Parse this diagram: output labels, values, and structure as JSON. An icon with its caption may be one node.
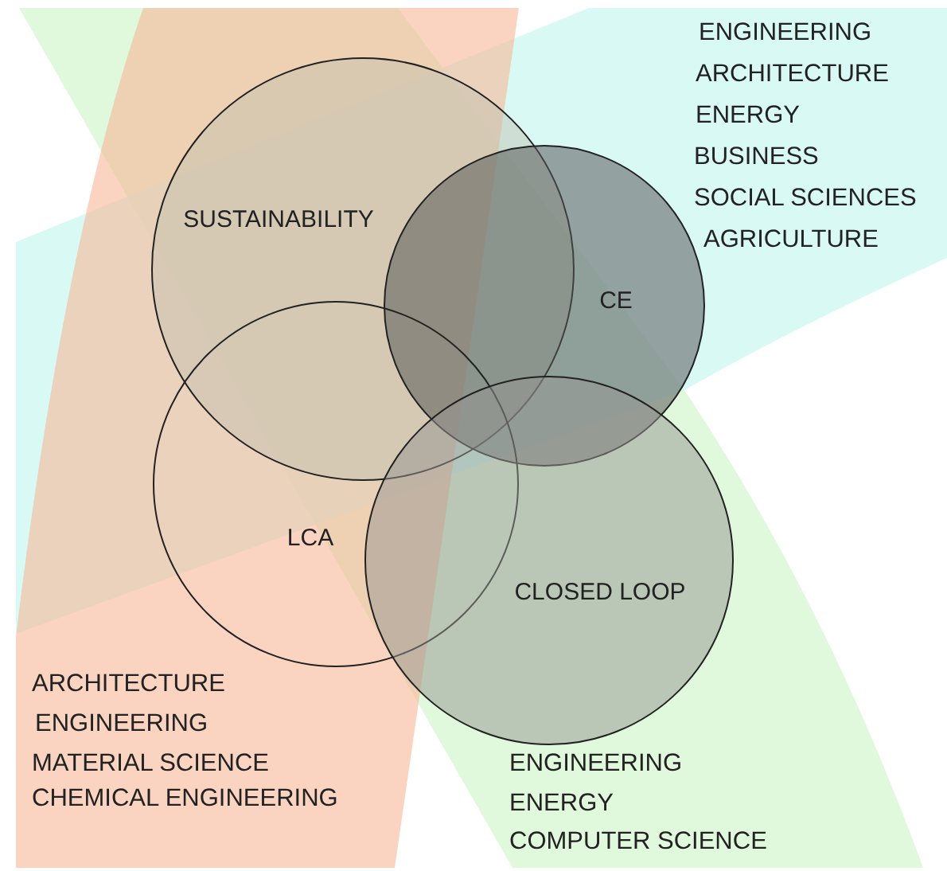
{
  "diagram": {
    "nodes": [
      {
        "text": [
          "SUSTAINABILITY"
        ]
      },
      {
        "text": [
          "CE"
        ]
      },
      {
        "text": [
          "LCA"
        ]
      },
      {
        "text": [
          "CLOSED LOOP"
        ]
      }
    ],
    "labels": [
      "ENGINEERING",
      "ARCHITECTURE",
      "ENERGY",
      "BUSINESS",
      "SOCIAL SCIENCES",
      "AGRICULTURE",
      "ARCHITECTURE",
      "ENGINEERING",
      "MATERIAL SCIENCE",
      "CHEMICAL ENGINEERING",
      "ENGINEERING",
      "ENERGY",
      "COMPUTER SCIENCE"
    ]
  }
}
